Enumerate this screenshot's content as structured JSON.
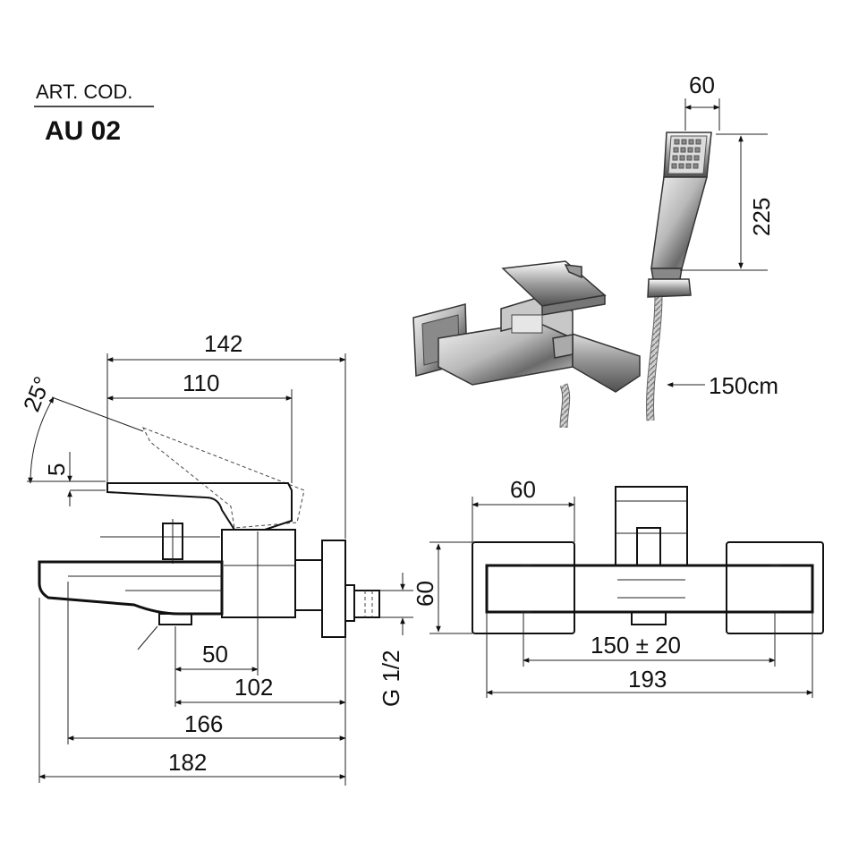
{
  "article": {
    "label": "ART. COD.",
    "code": "AU 02"
  },
  "dimensions": {
    "handshower_width": "60",
    "handshower_length": "225",
    "hose_length": "150cm",
    "total_depth": "142",
    "handle_reach": "110",
    "lever_angle": "25°",
    "lever_offset": "5",
    "spout_outlet_a": "50",
    "spout_outlet_b": "102",
    "spout_length": "166",
    "overall_length": "182",
    "connection_size": "G 1/2",
    "front_block_width": "60",
    "front_height": "60",
    "center_distance": "150 ± 20",
    "front_total_width": "193"
  }
}
